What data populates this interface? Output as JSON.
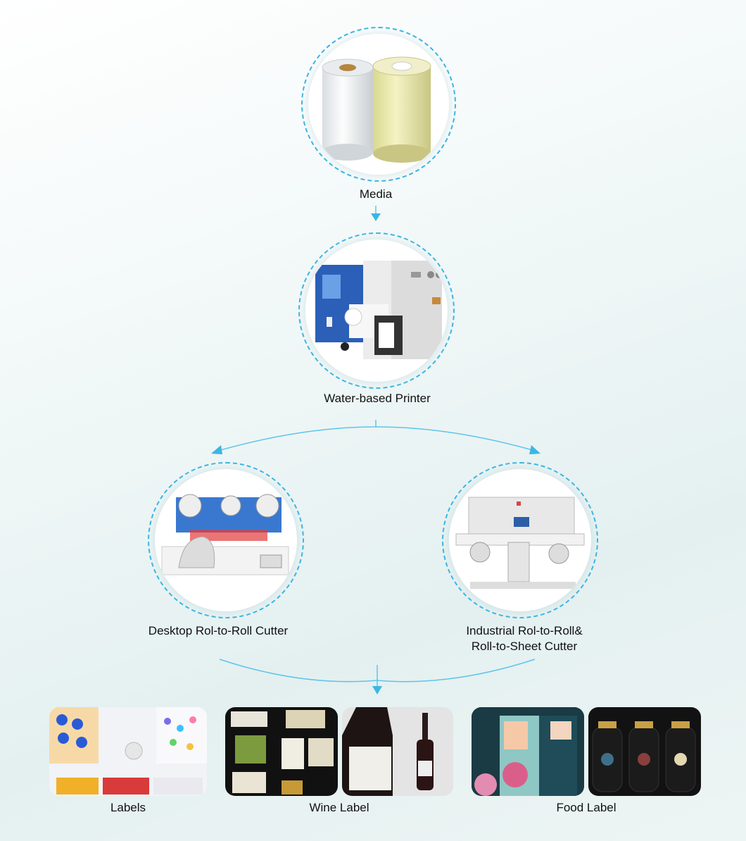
{
  "nodes": {
    "media": {
      "label": "Media"
    },
    "printer": {
      "label": "Water-based Printer"
    },
    "desktop_cutter": {
      "label": "Desktop Rol-to-Roll Cutter"
    },
    "industrial_cutter": {
      "label_line1": "Industrial Rol-to-Roll&",
      "label_line2": "Roll-to-Sheet Cutter"
    }
  },
  "outputs": {
    "labels": {
      "label": "Labels"
    },
    "wine": {
      "label": "Wine Label"
    },
    "food": {
      "label": "Food Label"
    }
  },
  "colors": {
    "accent": "#3bb6e3",
    "connector": "#5cc5ea"
  }
}
